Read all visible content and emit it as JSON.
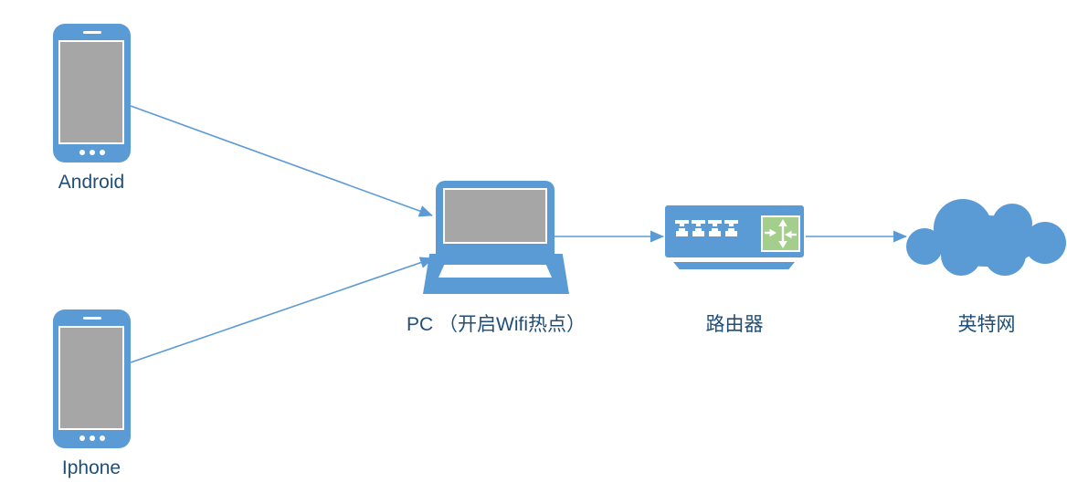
{
  "diagram": {
    "type": "network-topology",
    "colors": {
      "shape_blue": "#5B9BD5",
      "screen_gray": "#A6A6A6",
      "label_dark_blue": "#1F4E79",
      "router_symbol_green": "#A3CE8C",
      "detail_white": "#FFFFFF"
    },
    "nodes": [
      {
        "id": "android",
        "type": "smartphone",
        "label": "Android"
      },
      {
        "id": "iphone",
        "type": "smartphone",
        "label": "Iphone"
      },
      {
        "id": "pc",
        "type": "laptop",
        "label": "PC （开启Wifi热点）"
      },
      {
        "id": "router",
        "type": "router",
        "label": "路由器"
      },
      {
        "id": "internet",
        "type": "cloud",
        "label": "英特网"
      }
    ],
    "edges": [
      {
        "from": "android",
        "to": "pc",
        "style": "arrow"
      },
      {
        "from": "iphone",
        "to": "pc",
        "style": "arrow"
      },
      {
        "from": "pc",
        "to": "router",
        "style": "arrow"
      },
      {
        "from": "router",
        "to": "internet",
        "style": "arrow"
      }
    ]
  }
}
